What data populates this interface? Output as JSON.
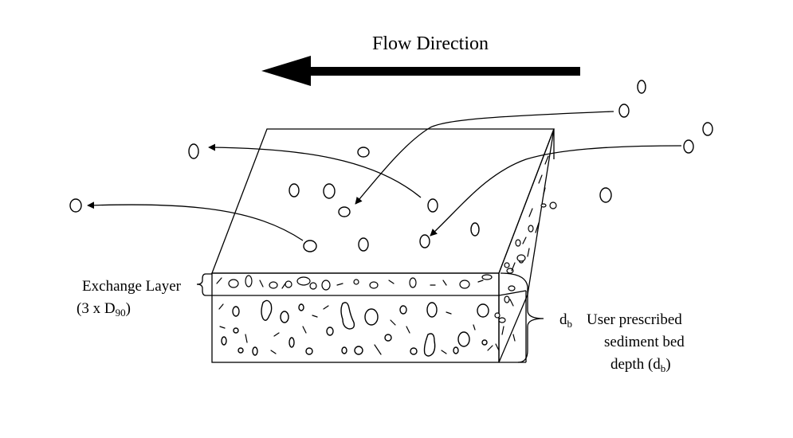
{
  "labels": {
    "flow_direction": "Flow Direction",
    "exchange_layer": "Exchange Layer",
    "exchange_layer_formula_prefix": "(3 x D",
    "exchange_layer_formula_sub": "90",
    "exchange_layer_formula_suffix": ")",
    "db_symbol": "d",
    "db_symbol_sub": "b",
    "bed_depth_line1": "User prescribed",
    "bed_depth_line2": "sediment bed",
    "bed_depth_line3_prefix": "depth (d",
    "bed_depth_line3_sub": "b",
    "bed_depth_line3_suffix": ")"
  },
  "colors": {
    "ink": "#000000",
    "background": "#ffffff"
  }
}
